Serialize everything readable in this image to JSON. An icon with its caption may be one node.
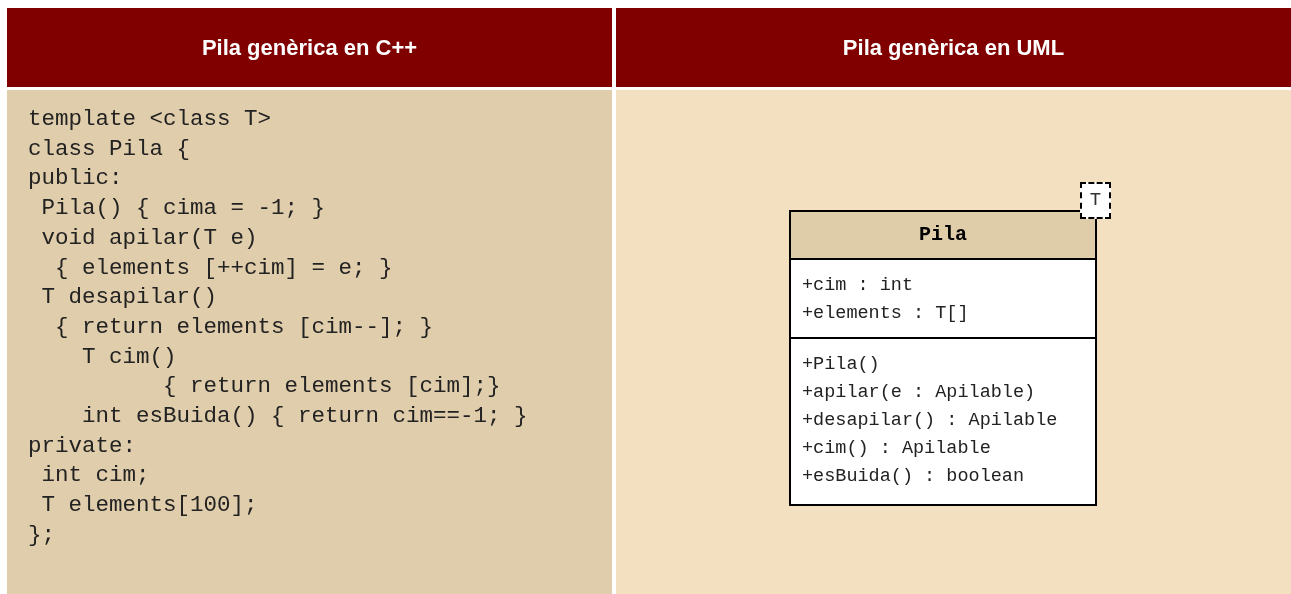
{
  "diagram": {
    "nodes": [
      {
        "text": [
          "Pila genèrica en C++"
        ]
      },
      {
        "text": [
          "Pila genèrica en UML"
        ]
      },
      {
        "text": [
          "Pila"
        ]
      },
      {
        "text": [
          "+cim : int",
          "+elements : T[]"
        ],
        "in": 2
      },
      {
        "text": [
          "+Pila()",
          "+apilar(e : Apilable)",
          "+desapilar() : Apilable",
          "+cim() : Apilable",
          "+esBuida() : boolean"
        ],
        "in": 2
      },
      {
        "text": [
          "T"
        ]
      }
    ],
    "labels": [
      "template <class T>",
      "class Pila {",
      "public:",
      " Pila() { cima = -1; }",
      " void apilar(T e)",
      "  { elements [++cim] = e; }",
      " T desapilar()",
      "  { return elements [cim--]; }",
      "    T cim()",
      "          { return elements [cim];}",
      "    int esBuida() { return cim==-1; }",
      "private:",
      " int cim;",
      " T elements[100];",
      "};"
    ]
  }
}
